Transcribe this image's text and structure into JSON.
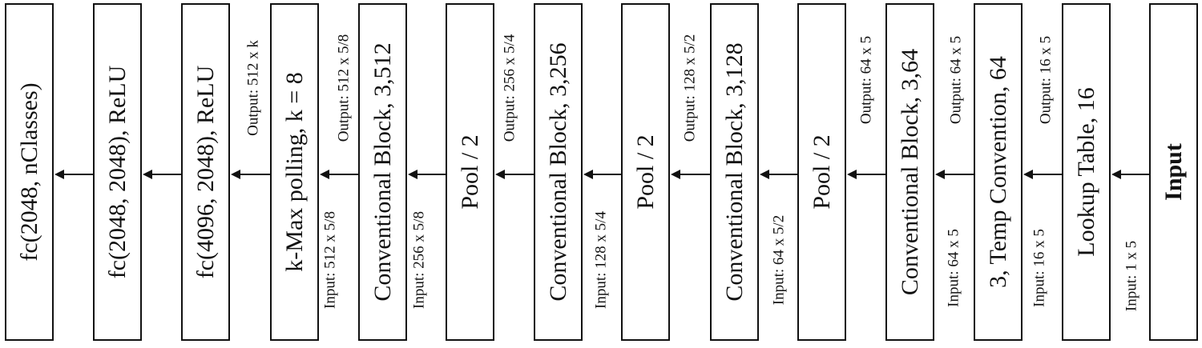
{
  "blocks": [
    {
      "label": "fc(2048, nClasses)",
      "bold": false
    },
    {
      "label": "fc(2048, 2048), ReLU",
      "bold": false
    },
    {
      "label": "fc(4096, 2048), ReLU",
      "bold": false
    },
    {
      "label": "k-Max polling, k = 8",
      "bold": false
    },
    {
      "label": "Conventional Block, 3,512",
      "bold": false
    },
    {
      "label": "Pool / 2",
      "bold": false
    },
    {
      "label": "Conventional Block, 3,256",
      "bold": false
    },
    {
      "label": "Pool / 2",
      "bold": false
    },
    {
      "label": "Conventional Block, 3,128",
      "bold": false
    },
    {
      "label": "Pool / 2",
      "bold": false
    },
    {
      "label": "Conventional Block, 3,64",
      "bold": false
    },
    {
      "label": "3, Temp Convention, 64",
      "bold": false
    },
    {
      "label": "Lookup Table, 16",
      "bold": false
    },
    {
      "label": "Input",
      "bold": true
    }
  ],
  "annotations": [
    {
      "text": "Output: 512 x k"
    },
    {
      "text": "Input: 512 x 5/8"
    },
    {
      "text": "Output: 512 x 5/8"
    },
    {
      "text": "Input: 256 x 5/8"
    },
    {
      "text": "Output: 256 x 5/4"
    },
    {
      "text": "Input: 128 x 5/4"
    },
    {
      "text": "Output: 128 x 5/2"
    },
    {
      "text": "Input: 64 x 5/2"
    },
    {
      "text": "Output: 64 x 5"
    },
    {
      "text": "Input: 64 x 5"
    },
    {
      "text": "Output: 64 x 5"
    },
    {
      "text": "Input: 16 x 5"
    },
    {
      "text": "Output: 16 x 5"
    },
    {
      "text": "Input: 1 x 5"
    }
  ]
}
